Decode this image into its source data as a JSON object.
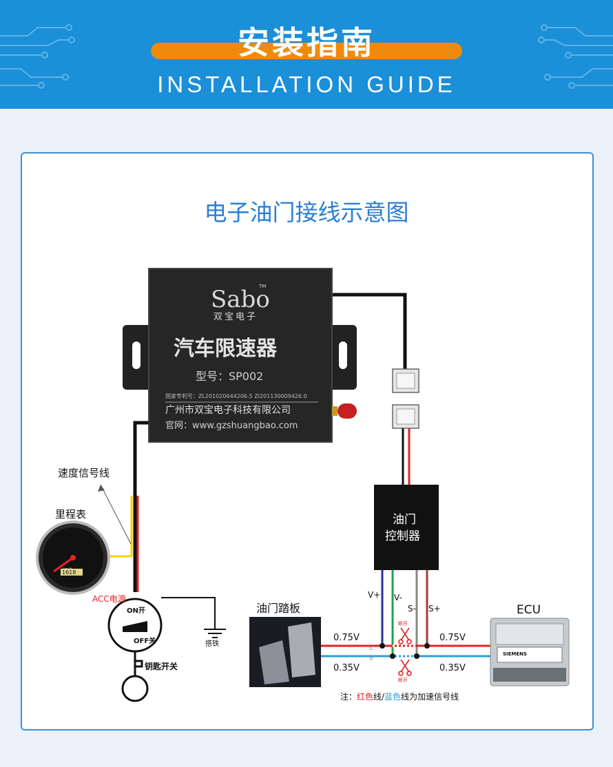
{
  "header": {
    "title_cn": "安装指南",
    "title_en": "INSTALLATION GUIDE"
  },
  "diagram": {
    "title": "电子油门接线示意图",
    "device": {
      "brand": "Sabo",
      "brand_cn": "双宝电子",
      "trademark": "TM",
      "name": "汽车限速器",
      "model": "型号：SP002",
      "patent": "国家专利号：ZL201020644206.5  ZI201130009426.0",
      "company": "广州市双宝电子科技有限公司",
      "website": "官网：www.gzshuangbao.com"
    },
    "labels": {
      "speed_signal": "速度信号线",
      "odometer": "里程表",
      "acc_power": "ACC电源",
      "switch_on": "ON开",
      "switch_off": "OFF关",
      "key_switch": "钥匙开关",
      "ground": "搭铁",
      "throttle_controller": "油门控制器",
      "pedal": "油门踏板",
      "ecu": "ECU",
      "v_plus": "V+",
      "v_minus": "V-",
      "s_minus": "S-",
      "s_plus": "S+",
      "v075_left": "0.75V",
      "v035_left": "0.35V",
      "v075_right": "0.75V",
      "v035_right": "0.35V",
      "cut_top": "断开",
      "cut_bottom": "断开",
      "red_small": "红",
      "blue_small": "蓝",
      "speedo_unit": "km/h",
      "speedo_reading": "1618"
    },
    "note": {
      "prefix": "注：",
      "red": "红色",
      "line1": "线/",
      "blue": "蓝色",
      "line2": "线为加速信号线"
    },
    "colors": {
      "red_wire": "#e52222",
      "blue_wire": "#2a9fe0",
      "yellow_wire": "#f2d000",
      "accent_blue": "#2a7fd4",
      "banner": "#1b8fd8",
      "orange": "#ef8a0b"
    }
  }
}
